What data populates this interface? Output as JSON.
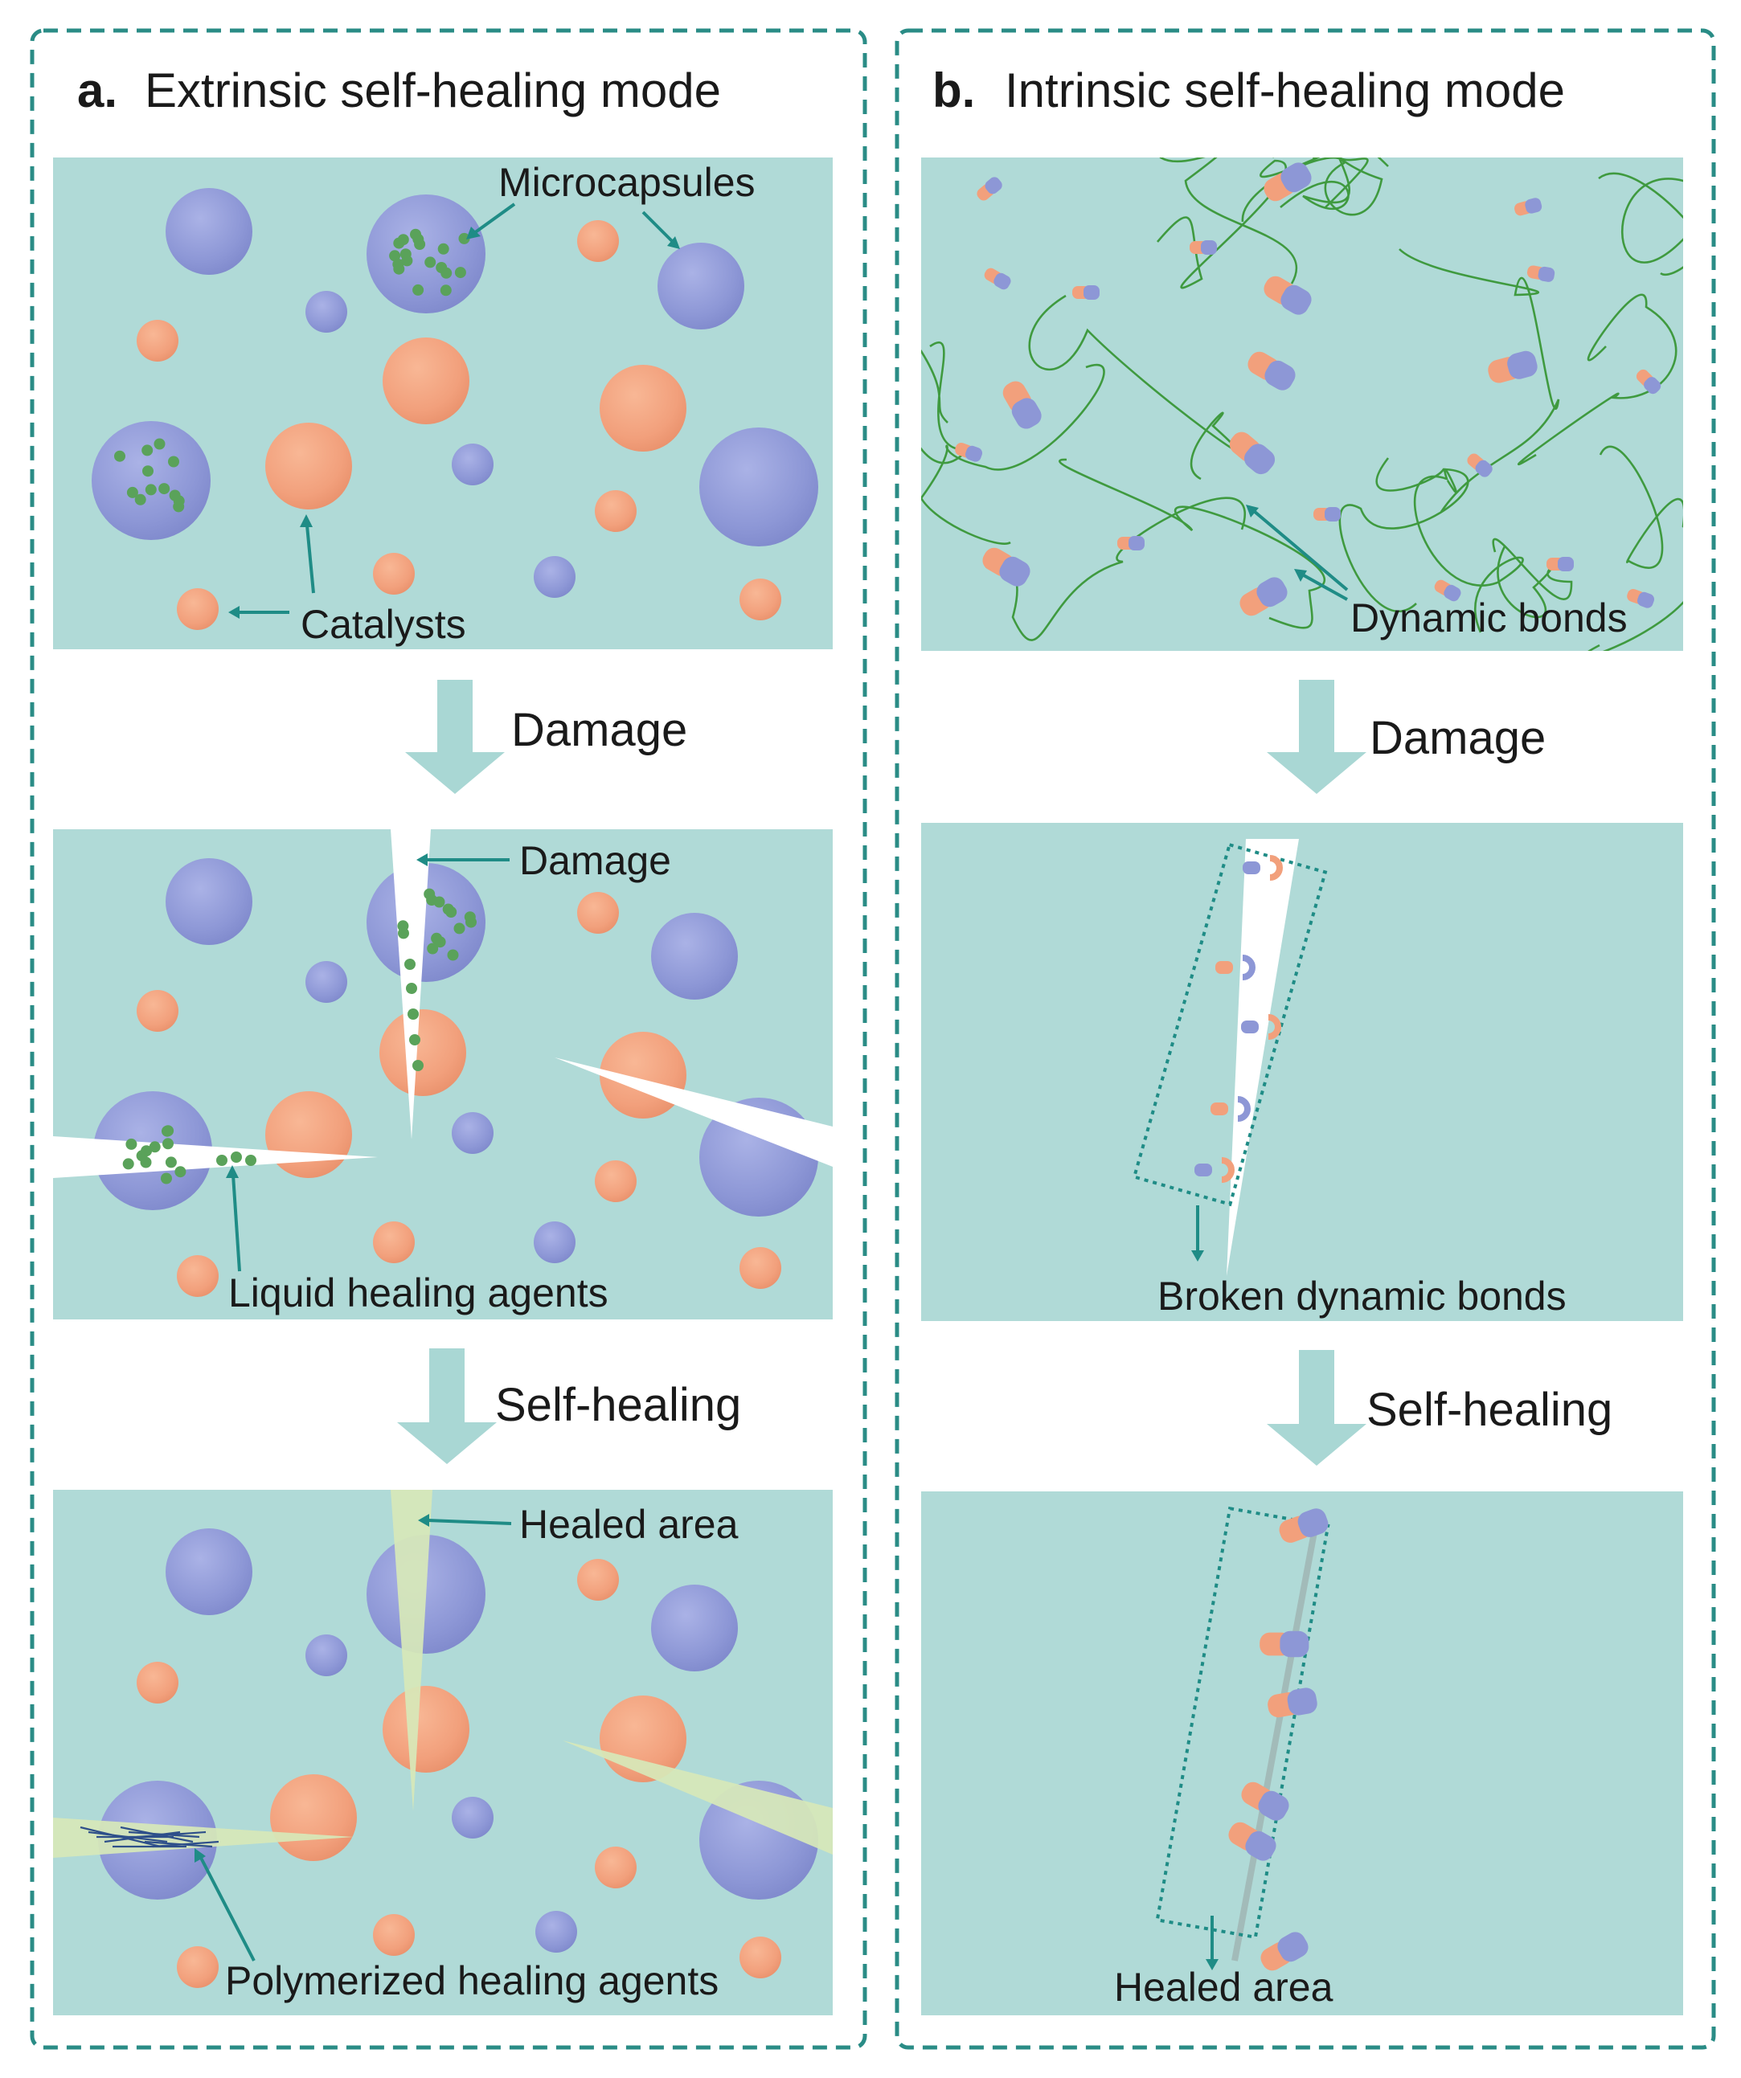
{
  "colors": {
    "background": "#ffffff",
    "panel_border": "#2a8c86",
    "matrix": "#b0dad7",
    "capsule": "#8d97d6",
    "catalyst": "#f2a07c",
    "agent_dot": "#5aa25a",
    "chain": "#3f9a3f",
    "arrow_line": "#1f8c86",
    "process_arrow": "#a9d7d4",
    "healed": "#d7e8b9",
    "text": "#1a1a1a"
  },
  "panel_a": {
    "letter": "a.",
    "title": "Extrinsic self-healing mode",
    "labels": {
      "microcapsules": "Microcapsules",
      "catalysts": "Catalysts",
      "damage_step": "Damage",
      "damage_label": "Damage",
      "liquid_agents": "Liquid healing agents",
      "healing_step": "Self-healing",
      "healed_area": "Healed area",
      "polymerized_agents": "Polymerized healing agents"
    }
  },
  "panel_b": {
    "letter": "b.",
    "title": "Intrinsic self-healing mode",
    "labels": {
      "dynamic_bonds": "Dynamic bonds",
      "damage_step": "Damage",
      "broken_bonds": "Broken dynamic bonds",
      "healing_step": "Self-healing",
      "healed_area": "Healed area"
    }
  }
}
